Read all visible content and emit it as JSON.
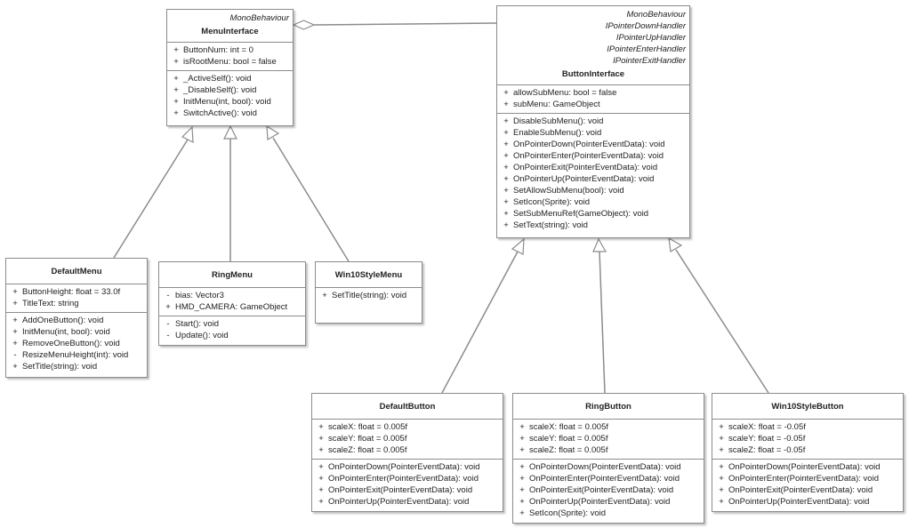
{
  "classes": {
    "menu_interface": {
      "stereotypes": [
        "MonoBehaviour"
      ],
      "name": "MenuInterface",
      "attributes": [
        {
          "vis": "+",
          "text": "ButtonNum: int = 0"
        },
        {
          "vis": "+",
          "text": "isRootMenu: bool = false"
        }
      ],
      "operations": [
        {
          "vis": "+",
          "text": "_ActiveSelf(): void"
        },
        {
          "vis": "+",
          "text": "_DisableSelf(): void"
        },
        {
          "vis": "+",
          "text": "InitMenu(int, bool): void"
        },
        {
          "vis": "+",
          "text": "SwitchActive(): void"
        }
      ]
    },
    "button_interface": {
      "stereotypes": [
        "MonoBehaviour",
        "IPointerDownHandler",
        "IPointerUpHandler",
        "IPointerEnterHandler",
        "IPointerExitHandler"
      ],
      "name": "ButtonInterface",
      "attributes": [
        {
          "vis": "+",
          "text": "allowSubMenu: bool = false"
        },
        {
          "vis": "+",
          "text": "subMenu: GameObject"
        }
      ],
      "operations": [
        {
          "vis": "+",
          "text": "DisableSubMenu(): void"
        },
        {
          "vis": "+",
          "text": "EnableSubMenu(): void"
        },
        {
          "vis": "+",
          "text": "OnPointerDown(PointerEventData): void"
        },
        {
          "vis": "+",
          "text": "OnPointerEnter(PointerEventData): void"
        },
        {
          "vis": "+",
          "text": "OnPointerExit(PointerEventData): void"
        },
        {
          "vis": "+",
          "text": "OnPointerUp(PointerEventData): void"
        },
        {
          "vis": "+",
          "text": "SetAllowSubMenu(bool): void"
        },
        {
          "vis": "+",
          "text": "SetIcon(Sprite): void"
        },
        {
          "vis": "+",
          "text": "SetSubMenuRef(GameObject): void"
        },
        {
          "vis": "+",
          "text": "SetText(string): void"
        }
      ]
    },
    "default_menu": {
      "name": "DefaultMenu",
      "attributes": [
        {
          "vis": "+",
          "text": "ButtonHeight: float = 33.0f"
        },
        {
          "vis": "+",
          "text": "TitleText: string"
        }
      ],
      "operations": [
        {
          "vis": "+",
          "text": "AddOneButton(): void"
        },
        {
          "vis": "+",
          "text": "InitMenu(int, bool): void"
        },
        {
          "vis": "+",
          "text": "RemoveOneButton(): void"
        },
        {
          "vis": "-",
          "text": "ResizeMenuHeight(int): void"
        },
        {
          "vis": "+",
          "text": "SetTitle(string): void"
        }
      ]
    },
    "ring_menu": {
      "name": "RingMenu",
      "attributes": [
        {
          "vis": "-",
          "text": "bias: Vector3"
        },
        {
          "vis": "+",
          "text": "HMD_CAMERA: GameObject"
        }
      ],
      "operations": [
        {
          "vis": "-",
          "text": "Start(): void"
        },
        {
          "vis": "-",
          "text": "Update(): void"
        }
      ]
    },
    "win10_style_menu": {
      "name": "Win10StyleMenu",
      "operations": [
        {
          "vis": "+",
          "text": "SetTitle(string): void"
        }
      ]
    },
    "default_button": {
      "name": "DefaultButton",
      "attributes": [
        {
          "vis": "+",
          "text": "scaleX: float = 0.005f"
        },
        {
          "vis": "+",
          "text": "scaleY: float = 0.005f"
        },
        {
          "vis": "+",
          "text": "scaleZ: float = 0.005f"
        }
      ],
      "operations": [
        {
          "vis": "+",
          "text": "OnPointerDown(PointerEventData): void"
        },
        {
          "vis": "+",
          "text": "OnPointerEnter(PointerEventData): void"
        },
        {
          "vis": "+",
          "text": "OnPointerExit(PointerEventData): void"
        },
        {
          "vis": "+",
          "text": "OnPointerUp(PointerEventData): void"
        }
      ]
    },
    "ring_button": {
      "name": "RingButton",
      "attributes": [
        {
          "vis": "+",
          "text": "scaleX: float = 0.005f"
        },
        {
          "vis": "+",
          "text": "scaleY: float = 0.005f"
        },
        {
          "vis": "+",
          "text": "scaleZ: float = 0.005f"
        }
      ],
      "operations": [
        {
          "vis": "+",
          "text": "OnPointerDown(PointerEventData): void"
        },
        {
          "vis": "+",
          "text": "OnPointerEnter(PointerEventData): void"
        },
        {
          "vis": "+",
          "text": "OnPointerExit(PointerEventData): void"
        },
        {
          "vis": "+",
          "text": "OnPointerUp(PointerEventData): void"
        },
        {
          "vis": "+",
          "text": "SetIcon(Sprite): void"
        }
      ]
    },
    "win10_style_button": {
      "name": "Win10StyleButton",
      "attributes": [
        {
          "vis": "+",
          "text": "scaleX: float = -0.05f"
        },
        {
          "vis": "+",
          "text": "scaleY: float = -0.05f"
        },
        {
          "vis": "+",
          "text": "scaleZ: float = -0.05f"
        }
      ],
      "operations": [
        {
          "vis": "+",
          "text": "OnPointerDown(PointerEventData): void"
        },
        {
          "vis": "+",
          "text": "OnPointerEnter(PointerEventData): void"
        },
        {
          "vis": "+",
          "text": "OnPointerExit(PointerEventData): void"
        },
        {
          "vis": "+",
          "text": "OnPointerUp(PointerEventData): void"
        }
      ]
    }
  },
  "relationships": [
    {
      "type": "generalization",
      "from": "DefaultMenu",
      "to": "MenuInterface"
    },
    {
      "type": "generalization",
      "from": "RingMenu",
      "to": "MenuInterface"
    },
    {
      "type": "generalization",
      "from": "Win10StyleMenu",
      "to": "MenuInterface"
    },
    {
      "type": "generalization",
      "from": "DefaultButton",
      "to": "ButtonInterface"
    },
    {
      "type": "generalization",
      "from": "RingButton",
      "to": "ButtonInterface"
    },
    {
      "type": "generalization",
      "from": "Win10StyleButton",
      "to": "ButtonInterface"
    },
    {
      "type": "aggregation",
      "whole": "MenuInterface",
      "part": "ButtonInterface"
    }
  ],
  "colors": {
    "line": "#8c8c8c",
    "border": "#8c8c8c",
    "background": "#ffffff",
    "text": "#222222"
  }
}
